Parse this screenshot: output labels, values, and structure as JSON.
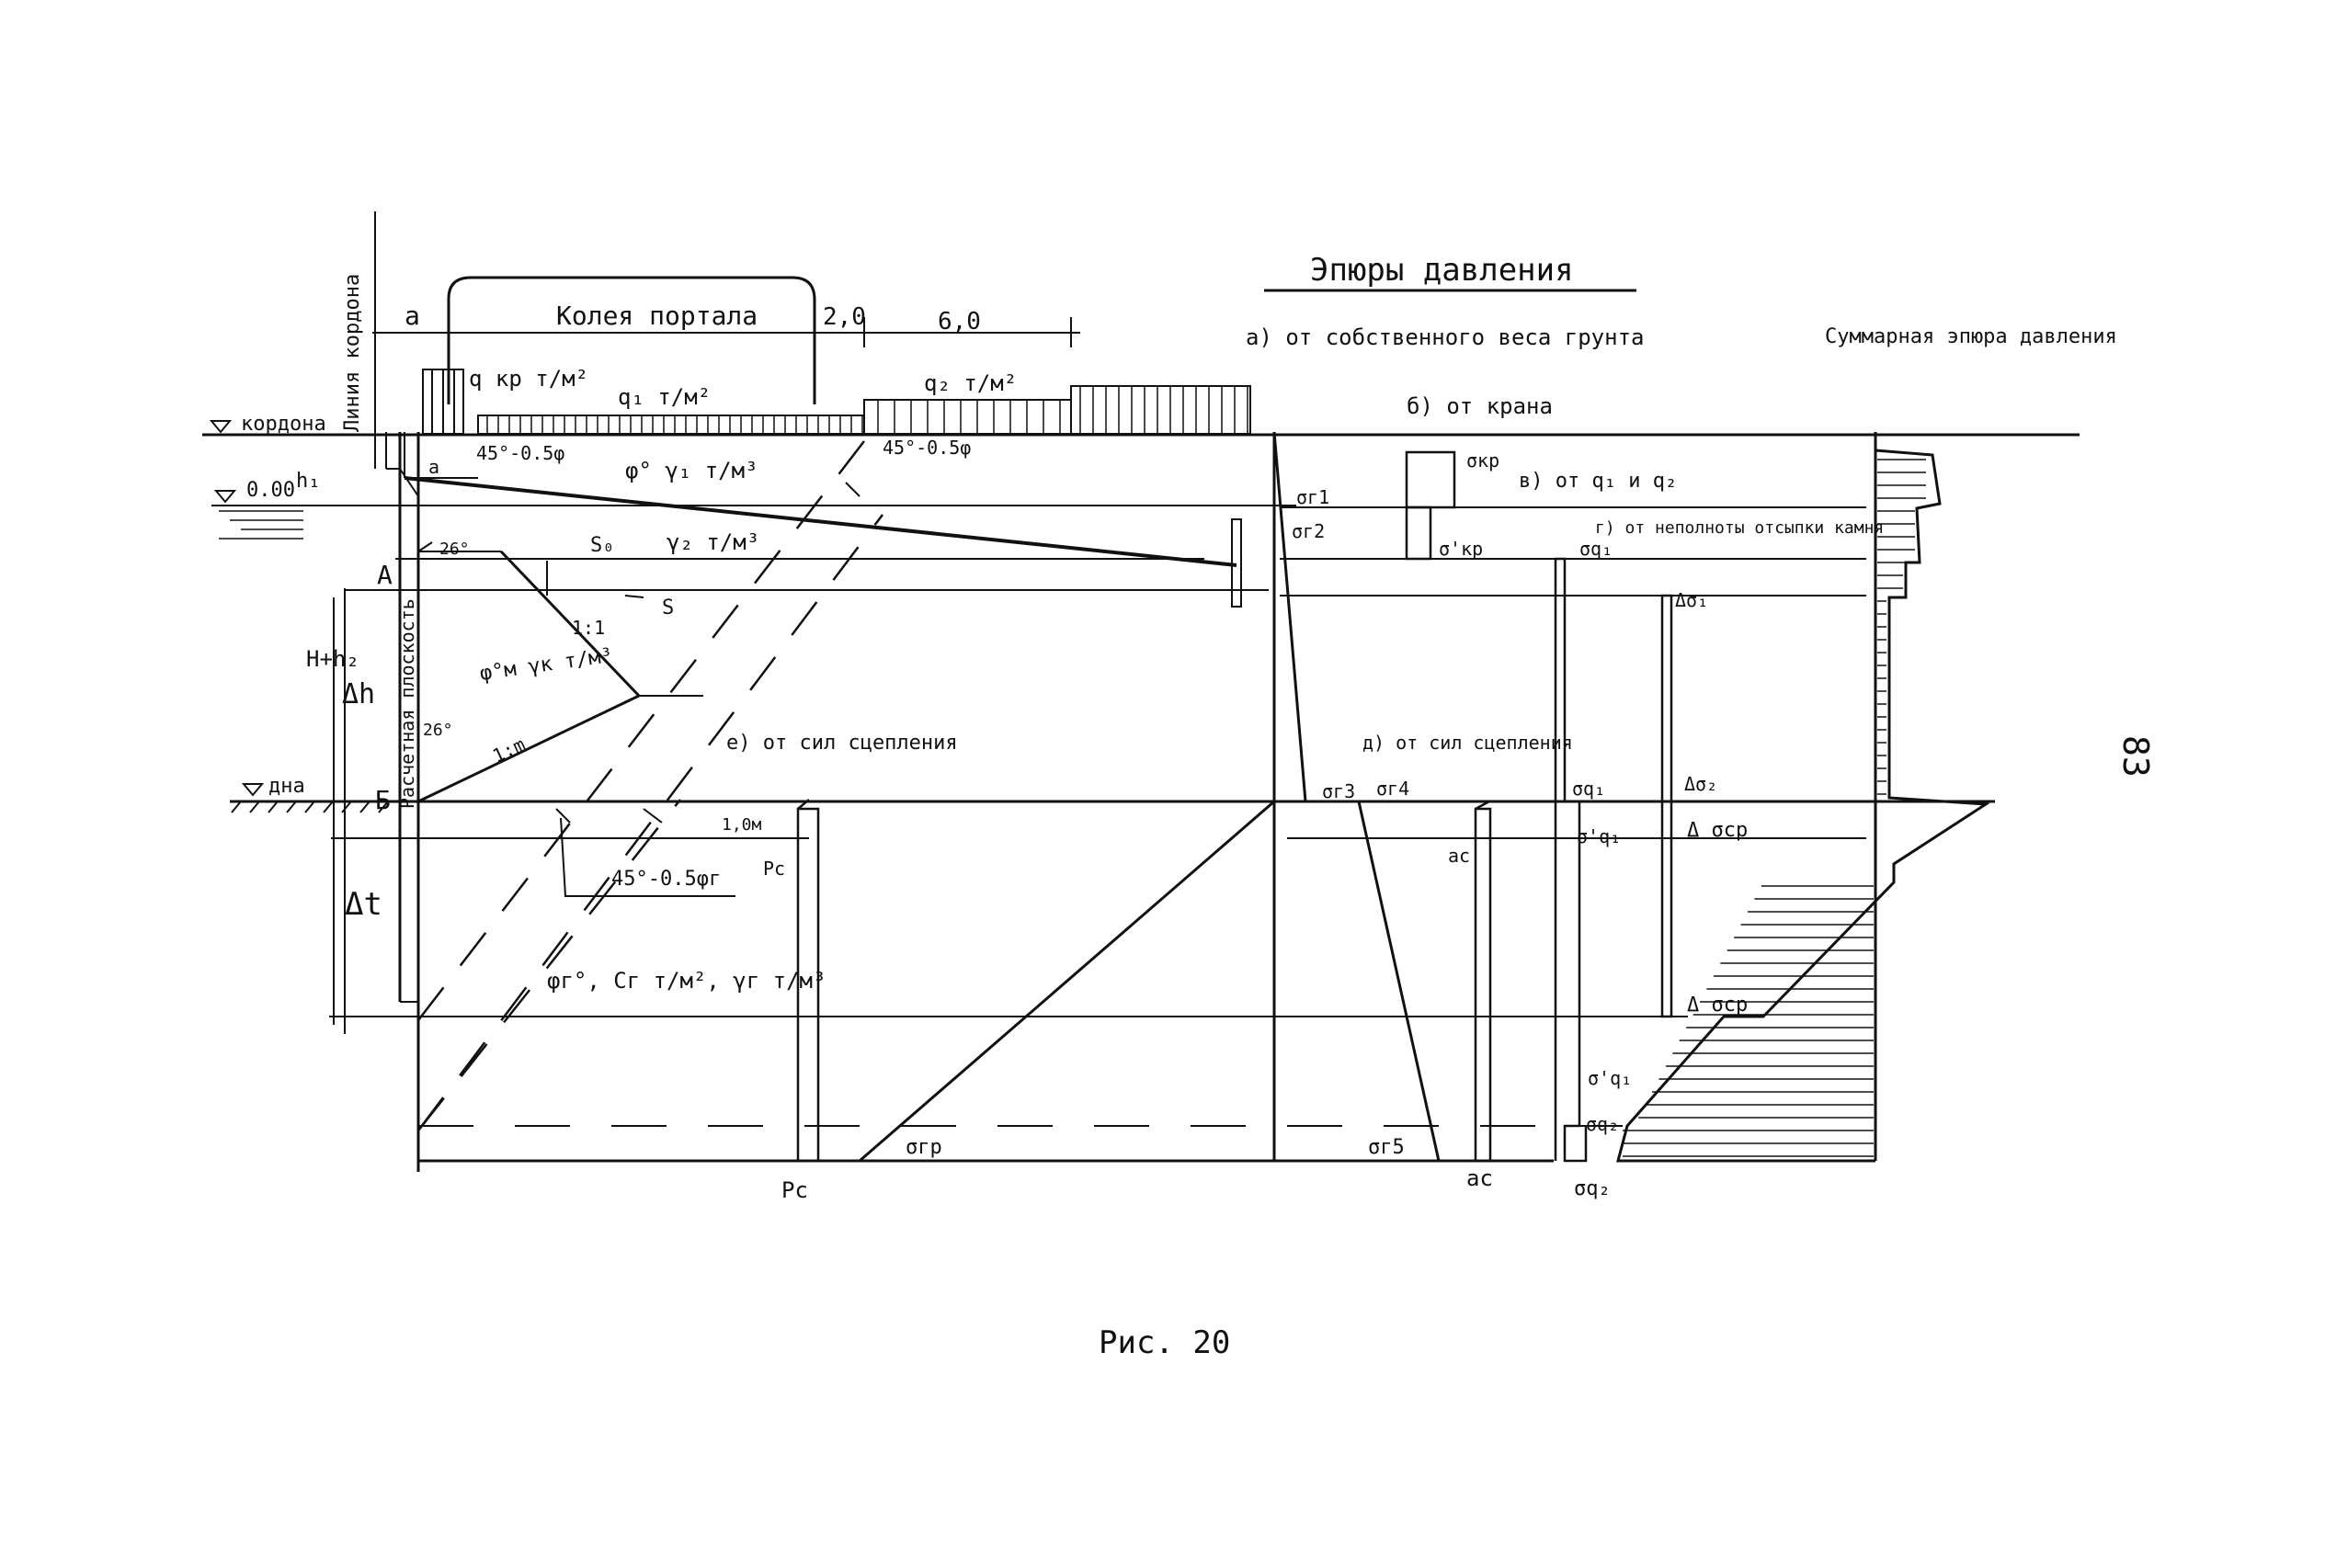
{
  "diagram": {
    "labels": {
      "title": "Эпюры давления",
      "linia_kordona": "Линия кордона",
      "koleya": "Колея портала",
      "dim_a": "a",
      "dim_2": "2,0",
      "dim_6": "6,0",
      "q_kr": "q кр т/м²",
      "q1": "q₁ т/м²",
      "q2": "q₂ т/м²",
      "kordona": "кордона",
      "zero": "0.00",
      "h1": "h₁",
      "angle1": "45°-0.5φ",
      "angle2": "45°-0.5φ",
      "phi_gamma1": "φ° γ₁ т/м³",
      "gamma2": "γ₂ т/м³",
      "s0": "S₀",
      "s": "S",
      "slope": "1:1",
      "deg26a": "26°",
      "deg26b": "26°",
      "a_top": "a",
      "pt_a": "A",
      "pt_b": "Б",
      "H": "H+h₂",
      "dh": "Δh",
      "dt": "Δt",
      "raschet": "Расчетная плоскость",
      "phi_m": "φ°м γк т/м³",
      "one_m": "1:m",
      "dna": "дна",
      "e_label": "е) от сил сцепления",
      "one_m_dim": "1,0м",
      "angle3": "45°-0.5φг",
      "phi_g": "φг°, Cг т/м², γг т/м³",
      "pc_top": "Pc",
      "pc_bot": "Pc",
      "sigma_gr": "σгр",
      "a_note": "а) от собственного веса грунта",
      "b_note": "б) от крана",
      "v_note": "в) от q₁ и q₂",
      "g_note": "г) от неполноты отсыпки камня",
      "d_note": "д) от сил сцепления",
      "s_kr": "σкр",
      "s_kr2": "σ'кр",
      "s_g1": "σг1",
      "s_g2": "σг2",
      "s_g3": "σг3",
      "s_g4": "σг4",
      "s_g5": "σг5",
      "ac_top": "ac",
      "ac_bot": "ac",
      "sq1_a": "σq₁",
      "sq1_b": "σq₁",
      "sq1_c": "σ'q₁",
      "sq1_d": "σ'q₁",
      "sq2_a": "σq₂",
      "sq2_b": "σq₂",
      "ds1": "Δσ₁",
      "ds2": "Δσ₂",
      "dscp1": "Δ σср",
      "dscp2": "Δ σср",
      "summ": "Суммарная эпюра давления",
      "page_num": "83",
      "caption": "Рис. 20"
    }
  }
}
